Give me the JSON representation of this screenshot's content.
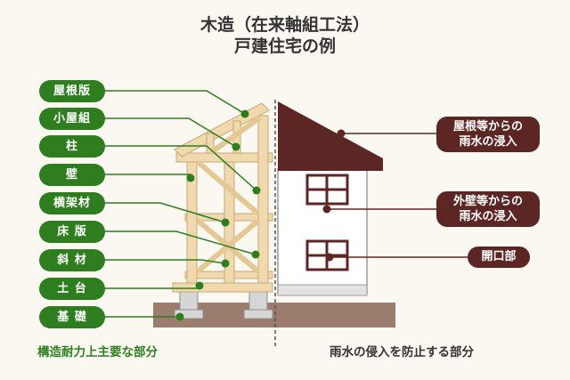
{
  "title": {
    "line1": "木造（在来軸組工法）",
    "line2": "戸建住宅の例"
  },
  "structural_parts": [
    {
      "label": "屋根版"
    },
    {
      "label": "小屋組"
    },
    {
      "label": "柱"
    },
    {
      "label": "壁"
    },
    {
      "label": "横架材"
    },
    {
      "label": "床 版"
    },
    {
      "label": "斜 材"
    },
    {
      "label": "土 台"
    },
    {
      "label": "基 礎"
    }
  ],
  "rain_parts": [
    {
      "line1": "屋根等からの",
      "line2": "雨水の浸入"
    },
    {
      "line1": "外壁等からの",
      "line2": "雨水の浸入"
    },
    {
      "line1": "開口部",
      "line2": ""
    }
  ],
  "captions": {
    "left": "構造耐力上主要な部分",
    "right": "雨水の侵入を防止する部分"
  },
  "colors": {
    "structural_green": "#2e7d1f",
    "rain_brown": "#5b2623",
    "timber": "#f0d9ae",
    "ground": "#9a7d6c",
    "wall": "#ffffff"
  }
}
